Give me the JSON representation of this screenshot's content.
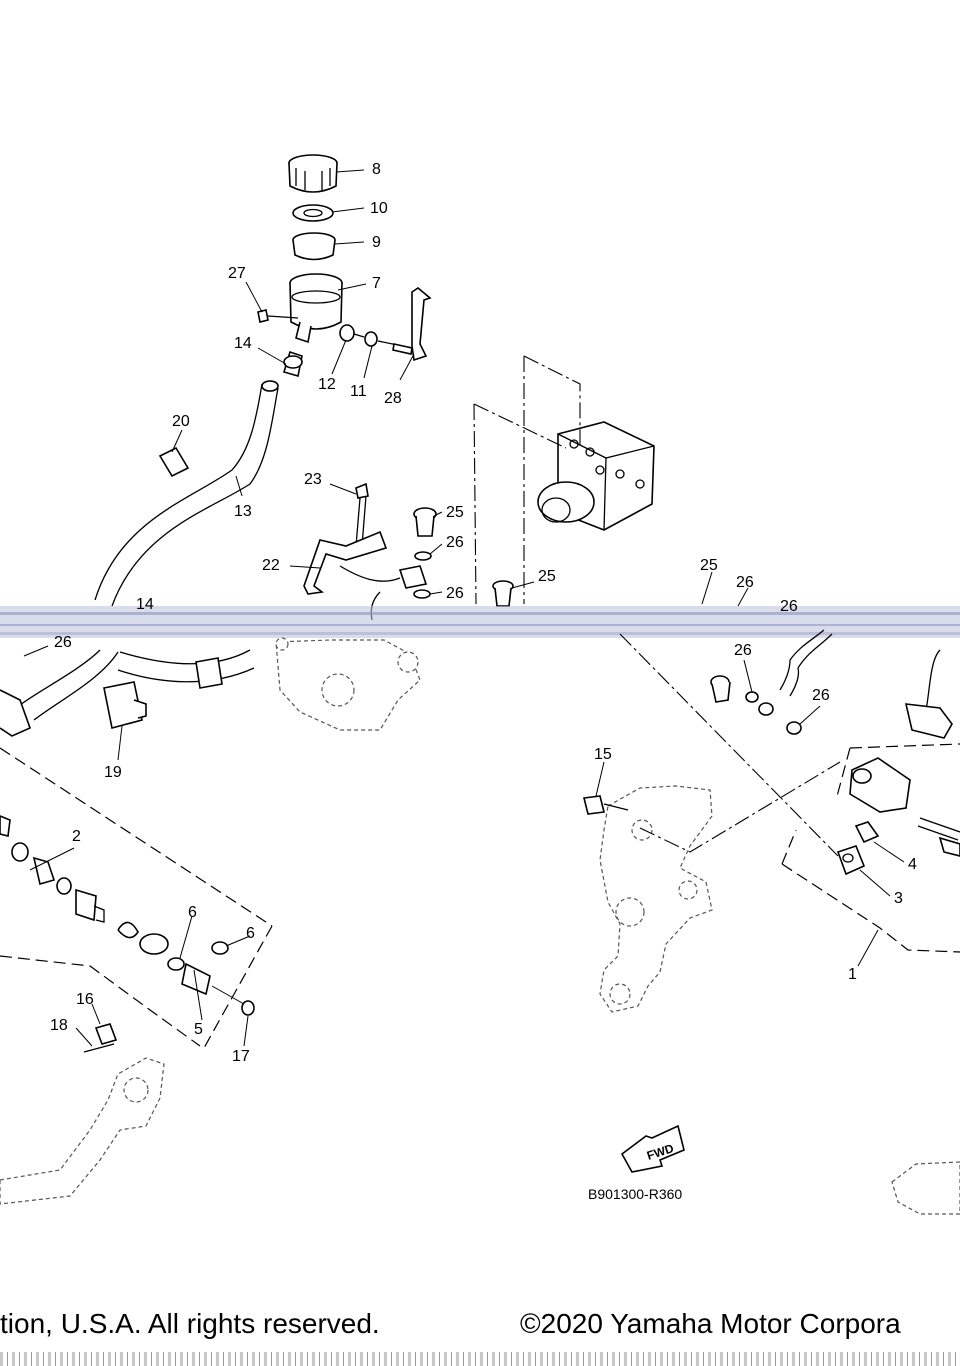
{
  "diagram": {
    "callouts": [
      {
        "id": "c8",
        "label": "8"
      },
      {
        "id": "c10",
        "label": "10"
      },
      {
        "id": "c9",
        "label": "9"
      },
      {
        "id": "c27",
        "label": "27"
      },
      {
        "id": "c7",
        "label": "7"
      },
      {
        "id": "c14a",
        "label": "14"
      },
      {
        "id": "c12",
        "label": "12"
      },
      {
        "id": "c11",
        "label": "11"
      },
      {
        "id": "c28",
        "label": "28"
      },
      {
        "id": "c20",
        "label": "20"
      },
      {
        "id": "c13",
        "label": "13"
      },
      {
        "id": "c23",
        "label": "23"
      },
      {
        "id": "c25a",
        "label": "25"
      },
      {
        "id": "c26a",
        "label": "26"
      },
      {
        "id": "c22",
        "label": "22"
      },
      {
        "id": "c26b",
        "label": "26"
      },
      {
        "id": "c25b",
        "label": "25"
      },
      {
        "id": "c25c",
        "label": "25"
      },
      {
        "id": "c26c",
        "label": "26"
      },
      {
        "id": "c26d",
        "label": "26"
      },
      {
        "id": "c14b",
        "label": "14"
      },
      {
        "id": "c26e",
        "label": "26"
      },
      {
        "id": "c26f",
        "label": "26"
      },
      {
        "id": "c26g",
        "label": "26"
      },
      {
        "id": "c19",
        "label": "19"
      },
      {
        "id": "c15",
        "label": "15"
      },
      {
        "id": "c4",
        "label": "4"
      },
      {
        "id": "c3",
        "label": "3"
      },
      {
        "id": "c2",
        "label": "2"
      },
      {
        "id": "c6a",
        "label": "6"
      },
      {
        "id": "c6b",
        "label": "6"
      },
      {
        "id": "c1",
        "label": "1"
      },
      {
        "id": "c16",
        "label": "16"
      },
      {
        "id": "c18",
        "label": "18"
      },
      {
        "id": "c5",
        "label": "5"
      },
      {
        "id": "c17",
        "label": "17"
      }
    ],
    "fwd_label": "FWD",
    "figure_code": "B901300-R360"
  },
  "footer": {
    "rights": "tion, U.S.A. All rights reserved.",
    "copyright": "©2020 Yamaha Motor Corpora"
  },
  "colors": {
    "ink": "#000000",
    "background": "#ffffff",
    "scan_noise": "#b9bfd8"
  }
}
